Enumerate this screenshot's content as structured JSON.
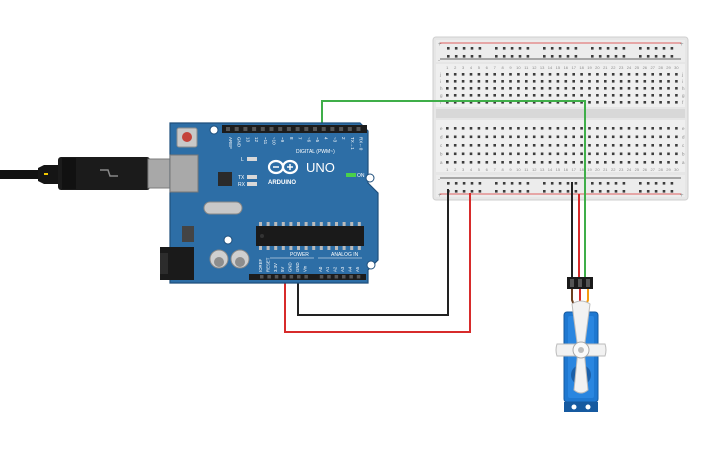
{
  "colors": {
    "board_blue": "#2d6ea6",
    "board_edge": "#1f4f7c",
    "breadboard": "#e4e4e4",
    "wire_green": "#3fae49",
    "wire_black": "#222222",
    "wire_red": "#d72b2b",
    "servo_blue": "#1f78d1",
    "usb_gray": "#9a9a9a"
  },
  "arduino": {
    "brand": "ARDUINO",
    "model": "UNO",
    "digital_label": "DIGITAL (PWM~)",
    "power_label": "POWER",
    "analog_label": "ANALOG IN",
    "on_label": "ON",
    "tx_label": "TX",
    "rx_label": "RX",
    "l_label": "L",
    "top_pin_labels": [
      "AREF",
      "GND",
      "13",
      "12",
      "~11",
      "~10",
      "~9",
      "8",
      "7",
      "~6",
      "~5",
      "4",
      "~3",
      "2",
      "TX→1",
      "RX←0"
    ],
    "power_pin_labels": [
      "IOREF",
      "RESET",
      "3.3V",
      "5V",
      "GND",
      "GND",
      "Vin"
    ],
    "analog_pin_labels": [
      "A0",
      "A1",
      "A2",
      "A3",
      "A4",
      "A5"
    ]
  },
  "breadboard": {
    "row_letters_top": [
      "j",
      "i",
      "h",
      "g",
      "f"
    ],
    "row_letters_bottom": [
      "e",
      "d",
      "c",
      "b",
      "a"
    ],
    "column_numbers": [
      "1",
      "2",
      "3",
      "4",
      "5",
      "6",
      "7",
      "8",
      "9",
      "10",
      "11",
      "12",
      "13",
      "14",
      "15",
      "16",
      "17",
      "18",
      "19",
      "20",
      "21",
      "22",
      "23",
      "24",
      "25",
      "26",
      "27",
      "28",
      "29",
      "30"
    ],
    "rail_plus": "+",
    "rail_minus": "-"
  }
}
